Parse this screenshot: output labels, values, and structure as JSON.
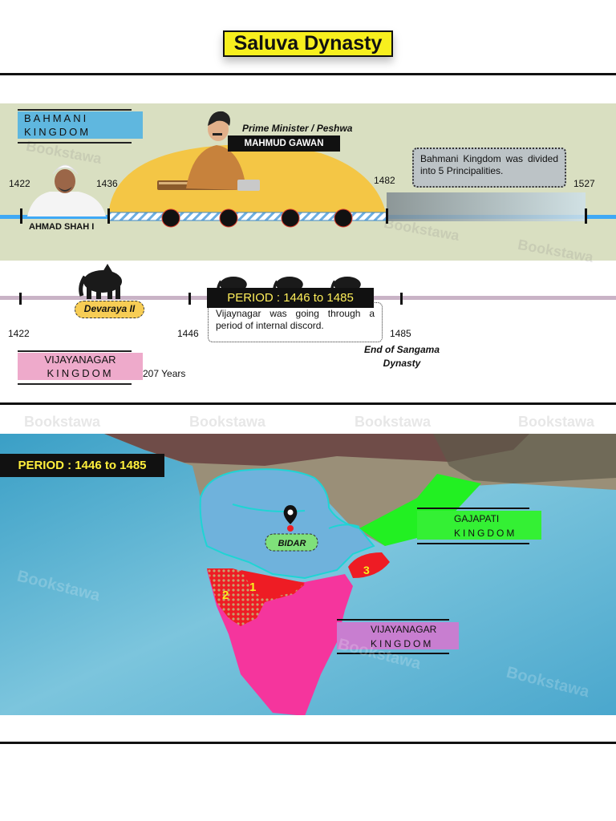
{
  "title": "Saluva Dynasty",
  "bahmani": {
    "kingdom_line1": "BAHMANI",
    "kingdom_line2": "KINGDOM",
    "years": [
      "1422",
      "1436",
      "1482",
      "1527"
    ],
    "ruler": "AHMAD SHAH I",
    "pm_caption": "Prime Minister / Peshwa",
    "pm_name": "MAHMUD GAWAN",
    "note": "Bahmani Kingdom was divided into 5 Principalities."
  },
  "vijayanagar": {
    "kingdom_line1": "VIJAYANAGAR",
    "kingdom_line2": "KINGDOM",
    "duration": "207 Years",
    "years": [
      "1422",
      "1446",
      "1485"
    ],
    "ruler": "Devaraya II",
    "period": "PERIOD : 1446 to 1485",
    "note": "Vijaynagar was going through a period of internal discord.",
    "end_label_line1": "End of Sangama",
    "end_label_line2": "Dynasty"
  },
  "map": {
    "period": "PERIOD : 1446 to 1485",
    "city": "BIDAR",
    "gajapati_line1": "GAJAPATI",
    "gajapati_line2": "KINGDOM",
    "vijay_line1": "VIJAYANAGAR",
    "vijay_line2": "KINGDOM",
    "region_numbers": [
      "1",
      "2",
      "3"
    ]
  },
  "watermark": "Bookstawa",
  "colors": {
    "title_bg": "#f7ef1e",
    "bahmani_band": "#d9dfc1",
    "bahmani_box": "#5fb7df",
    "vijay_box": "#eeaacb",
    "gajapati_box": "#34f034",
    "map_vijay_box": "#c87ed0",
    "bahmani_map": "#6fb2dc",
    "vijay_map": "#f5359d",
    "gajapati_map": "#22f022",
    "principality": "#ee1c24",
    "sea": "#5ab2d2"
  }
}
